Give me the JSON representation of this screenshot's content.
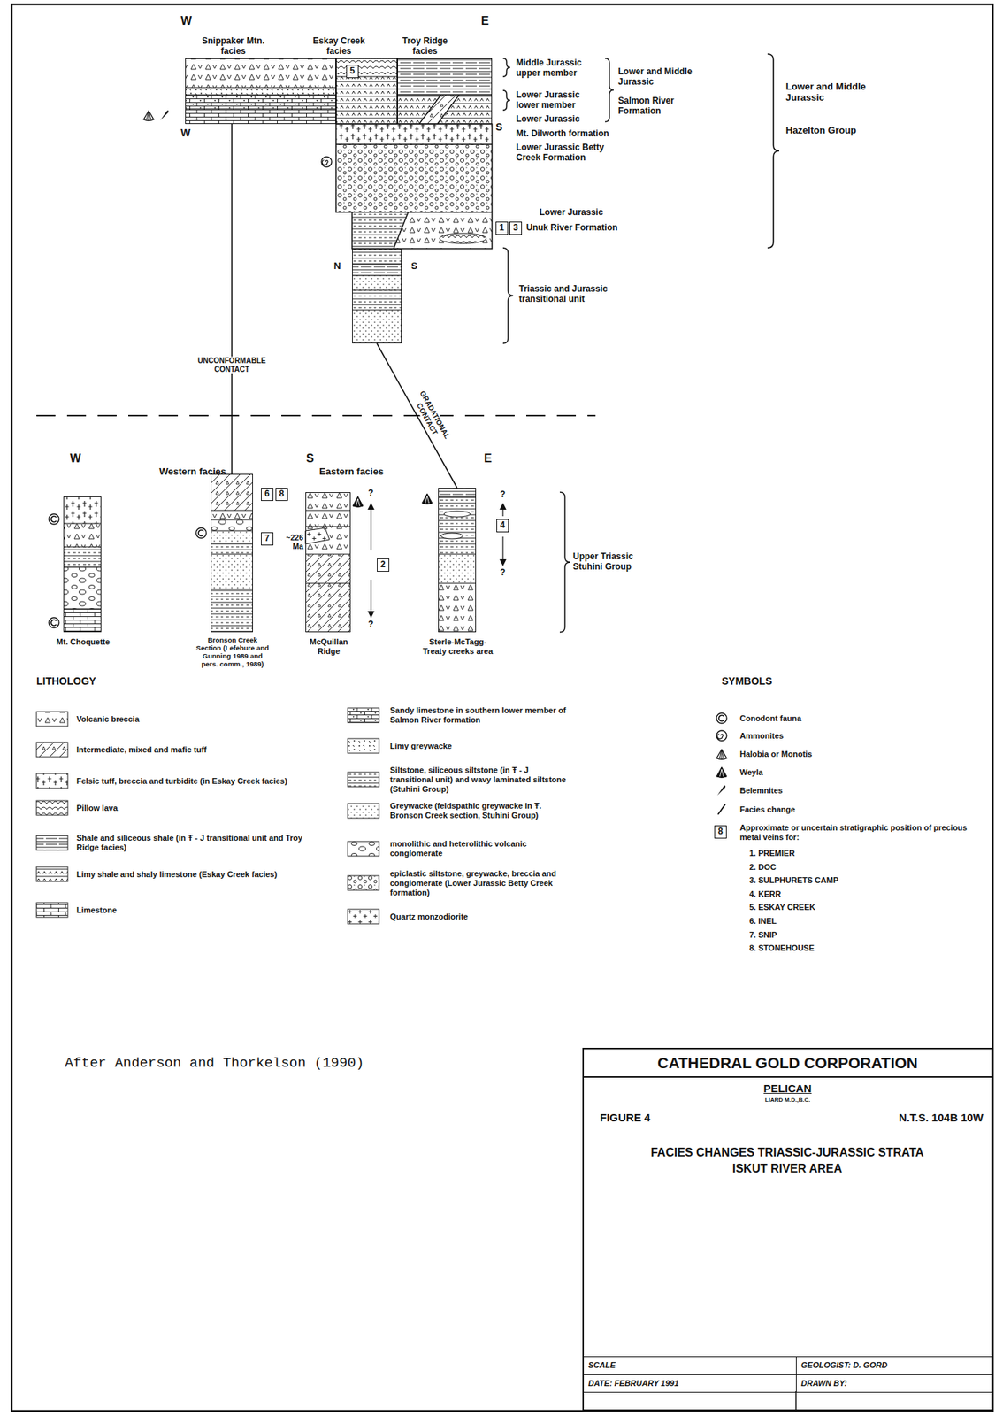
{
  "diagram": {
    "nodes": [
      {
        "text": [
          "Snippaker Mtn. facies"
        ]
      },
      {
        "text": [
          "Eskay Creek facies"
        ]
      },
      {
        "text": [
          "5"
        ],
        "in": 1
      },
      {
        "text": [
          "Troy Ridge facies"
        ]
      },
      {
        "text": [
          "N",
          "S"
        ]
      },
      {
        "text": [
          "1"
        ]
      },
      {
        "text": [
          "3"
        ]
      },
      {
        "text": [
          "Mt. Choquette"
        ]
      },
      {
        "text": [
          "Bronson Creek Section (Lefebure and Gunning 1989 and pers. comm., 1989)"
        ]
      },
      {
        "text": [
          "6"
        ]
      },
      {
        "text": [
          "8"
        ]
      },
      {
        "text": [
          "7"
        ]
      },
      {
        "text": [
          "McQuillan Ridge"
        ]
      },
      {
        "text": [
          "2"
        ]
      },
      {
        "text": [
          "Sterle-McTagg-Treaty creeks area"
        ]
      },
      {
        "text": [
          "4"
        ]
      },
      {
        "text": [
          "8"
        ]
      },
      {
        "text": [
          "CATHEDRAL GOLD CORPORATION"
        ]
      },
      {
        "text": [
          "PELICAN",
          "LIARD M.D.,B.C.",
          "FIGURE 4",
          "N.T.S. 104B 10W",
          "FACIES CHANGES TRIASSIC-JURASSIC STRATA ISKUT RIVER AREA"
        ],
        "in": 17
      },
      {
        "text": [
          "SCALE"
        ],
        "in": 17
      },
      {
        "text": [
          "GEOLOGIST: D. GORD"
        ],
        "in": 17
      },
      {
        "text": [
          "DATE: FEBRUARY 1991"
        ],
        "in": 17
      },
      {
        "text": [
          "DRAWN BY:"
        ],
        "in": 17
      }
    ],
    "edges": [
      {
        "from": 0,
        "to": 8,
        "arrow": "none",
        "label": "UNCONFORMABLE CONTACT"
      },
      {
        "from": 4,
        "to": 14,
        "arrow": "none",
        "label": "GRADATIONAL CONTACT"
      }
    ],
    "labels": [
      "W",
      "E",
      "Middle Jurassic upper member",
      "Lower Jurassic lower member",
      "Lower Jurassic",
      "Lower and Middle Jurassic",
      "Salmon River Formation",
      "Lower and Middle Jurassic",
      "Hazelton Group",
      "W",
      "S",
      "Mt. Dilworth formation",
      "Lower Jurassic Betty Creek Formation",
      "Lower Jurassic",
      "Unuk River Formation",
      "Triassic and Jurassic transitional unit",
      "W",
      "Western facies",
      "S",
      "Eastern facies",
      "E",
      "~226 Ma",
      "?",
      "?",
      "?",
      "?",
      "Upper Triassic Stuhini Group",
      "LITHOLOGY",
      "SYMBOLS",
      "1. PREMIER",
      "2. DOC",
      "3. SULPHURETS CAMP",
      "4. KERR",
      "5. ESKAY CREEK",
      "6. INEL",
      "7. SNIP",
      "8. STONEHOUSE",
      "After Anderson and Thorkelson (1990)"
    ],
    "legend": [
      {
        "text": "Volcanic breccia"
      },
      {
        "text": "Intermediate, mixed and mafic tuff"
      },
      {
        "text": "Felsic tuff, breccia and turbidite (in Eskay Creek facies)"
      },
      {
        "text": "Pillow lava"
      },
      {
        "text": "Shale and siliceous shale (in Ŧ - J transitional unit and Troy Ridge facies)"
      },
      {
        "text": "Limy shale and shaly limestone (Eskay Creek facies)"
      },
      {
        "text": "Limestone"
      },
      {
        "text": "Sandy limestone in southern lower member of Salmon River formation"
      },
      {
        "text": "Limy greywacke"
      },
      {
        "text": "Siltstone, siliceous siltstone (in Ŧ - J transitional unit) and wavy laminated siltstone (Stuhini Group)"
      },
      {
        "text": "Greywacke (feldspathic greywacke in Ŧ. Bronson Creek section, Stuhini Group)"
      },
      {
        "text": "monolithic and heterolithic volcanic conglomerate"
      },
      {
        "text": "epiclastic siltstone, greywacke, breccia and conglomerate (Lower Jurassic Betty Creek formation)"
      },
      {
        "text": "Quartz monzodiorite"
      },
      {
        "text": "Conodont fauna"
      },
      {
        "text": "Ammonites"
      },
      {
        "text": "Halobia or Monotis"
      },
      {
        "text": "Weyla"
      },
      {
        "text": "Belemnites"
      },
      {
        "text": "Facies change"
      },
      {
        "text": "Approximate or uncertain stratigraphic position of precious metal veins for:"
      }
    ]
  }
}
